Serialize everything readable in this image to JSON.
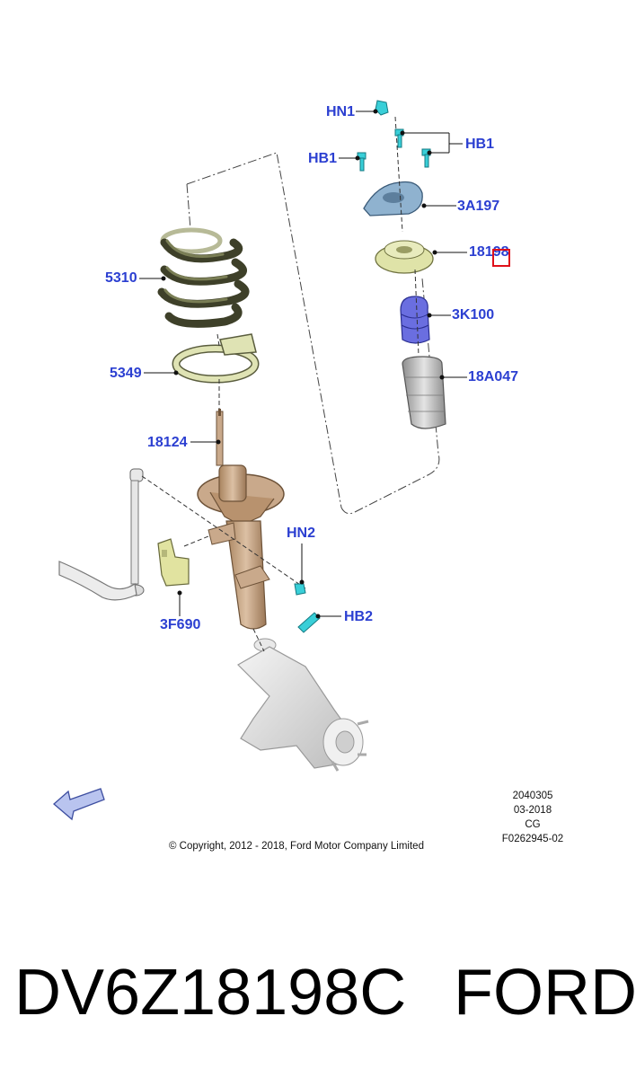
{
  "callouts": {
    "hn1": "HN1",
    "hb1_left": "HB1",
    "hb1_right": "HB1",
    "part_3a197": "3A197",
    "part_18198": "18198",
    "part_3k100": "3K100",
    "part_18a047": "18A047",
    "part_5310": "5310",
    "part_5349": "5349",
    "part_18124": "18124",
    "hn2": "HN2",
    "hb2": "HB2",
    "part_3f690": "3F690"
  },
  "meta": {
    "code": "2040305",
    "date": "03-2018",
    "initials": "CG",
    "figure_id": "F0262945-02"
  },
  "copyright": "© Copyright, 2012 - 2018, Ford Motor Company Limited",
  "footer": {
    "part_number": "DV6Z18198C",
    "brand": "FORD"
  },
  "colors": {
    "callout": "#2b3fd1",
    "highlight": "#e0101a",
    "spring": "#4a4d2e",
    "seat": "#dfe3b4",
    "strut": "#c9a98b",
    "mount": "#8fb2cf",
    "bumper": "#6a6ee0"
  }
}
